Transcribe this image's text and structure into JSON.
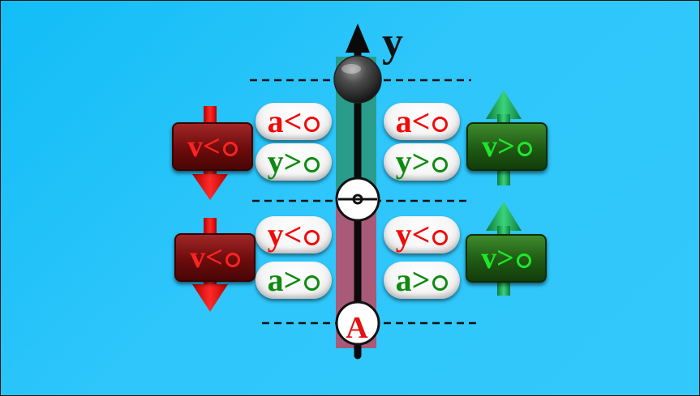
{
  "axis": {
    "label": "y"
  },
  "point_label": "A",
  "colors": {
    "background": "#2ec6fb",
    "upper_band": "#2a9c8c",
    "lower_band": "#a85a78",
    "red_text": "#f00a0a",
    "green_text": "#0e8a12",
    "red_arrow": "#e81010",
    "green_arrow": "#1fa860"
  },
  "upper_region": {
    "left_box": {
      "var": "v",
      "sign": "<"
    },
    "right_box": {
      "var": "v",
      "sign": ">"
    },
    "left_pills": [
      {
        "var": "a",
        "sign": "<"
      },
      {
        "var": "y",
        "sign": ">"
      }
    ],
    "right_pills": [
      {
        "var": "a",
        "sign": "<"
      },
      {
        "var": "y",
        "sign": ">"
      }
    ]
  },
  "lower_region": {
    "left_box": {
      "var": "v",
      "sign": "<"
    },
    "right_box": {
      "var": "v",
      "sign": ">"
    },
    "left_pills": [
      {
        "var": "y",
        "sign": "<"
      },
      {
        "var": "a",
        "sign": ">"
      }
    ],
    "right_pills": [
      {
        "var": "y",
        "sign": "<"
      },
      {
        "var": "a",
        "sign": ">"
      }
    ]
  }
}
